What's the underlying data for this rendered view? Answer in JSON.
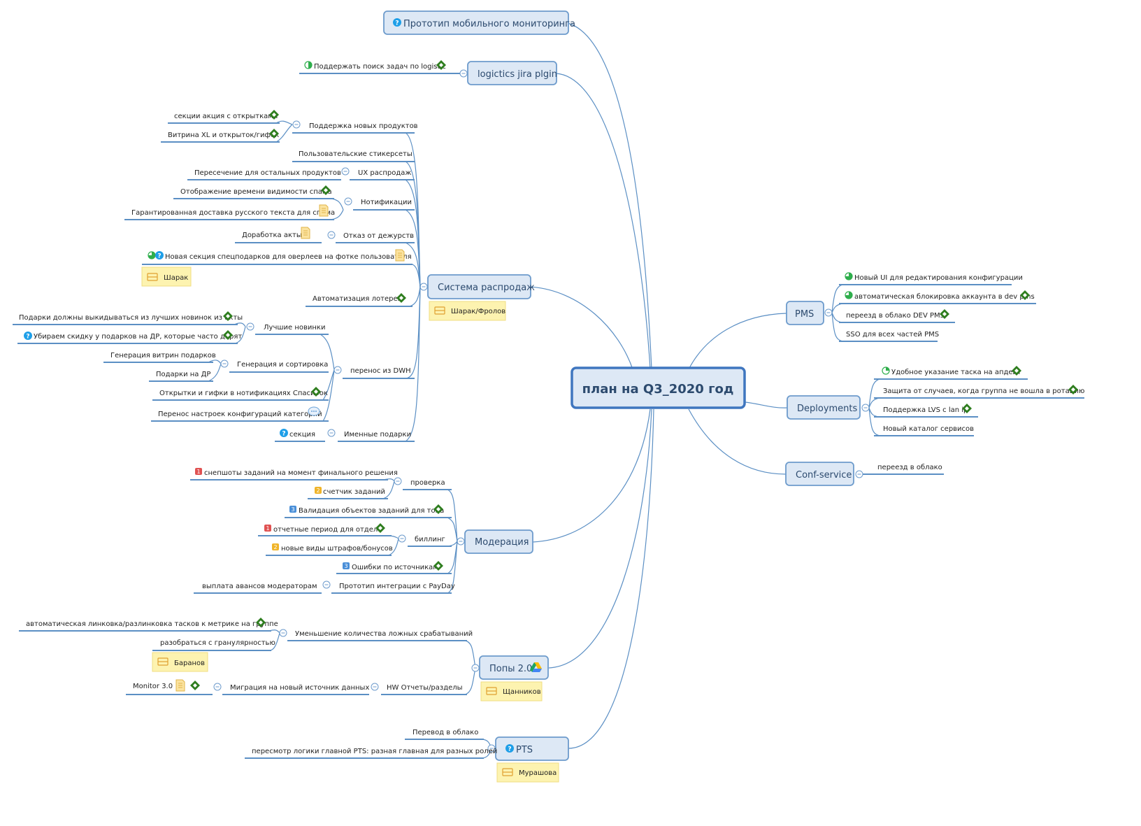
{
  "root": {
    "title": "план на Q3_2020 год"
  },
  "topics": {
    "proto": "Прототип мобильного мониторинга",
    "jira": "logictics jira plgin",
    "sales": "Система распродаж",
    "mod": "Модерация",
    "popy": "Попы 2.0",
    "pts": "PTS",
    "pms": "PMS",
    "deploy": "Deployments",
    "conf": "Conf-service"
  },
  "notes": {
    "sales": "Шарак/Фролов",
    "sharak": "Шарак",
    "popy": "Щанников",
    "baranov": "Баранов",
    "pts": "Мурашова"
  },
  "jira": {
    "search": "Поддержать поиск задач по logistic"
  },
  "sales": {
    "newprod": "Поддержка новых продуктов",
    "aktsiya": "секции акция с открытками",
    "vitrina": "Витрина XL и открыток/гифок",
    "stickers": "Пользовательские стикерсеты",
    "ux": "UX распродаж",
    "cross": "Пересечение для остальных продуктов",
    "notif": "Нотификации",
    "spamtime": "Отображение времени видимости спама",
    "spamru": "Гарантированная доставка русского текста для спама",
    "duty": "Отказ от дежурств",
    "akty": "Доработка акты",
    "overlay": "Новая секция спецподарков для оверлеев на фотке пользователя",
    "lottery": "Автоматизация лотереи",
    "best": "Лучшие новинки",
    "thrown": "Подарки должны выкидываться из лучших новинок из акты",
    "discount": "Убираем скидку у подарков на ДР, которые часто дарят",
    "dwh": "перенос из DWH",
    "gensort": "Генерация и сортировка",
    "genvitr": "Генерация витрин подарков",
    "dr": "Подарки на ДР",
    "thanks": "Открытки и гифки в нотификациях Спасибок",
    "catcfg": "Перенос настроек конфигураций категорий",
    "named": "Именные подарки",
    "section": "секция"
  },
  "mod": {
    "check": "проверка",
    "snap": "снепшоты заданий на момент финального решения",
    "counter": "счетчик заданий",
    "valid": "Валидация объектов заданий для топа",
    "billing": "биллинг",
    "period": "отчетные период для отдела",
    "fines": "новые виды штрафов/бонусов",
    "errors": "Ошибки по источникам",
    "payday": "Прототип интеграции с PayDay",
    "advance": "выплата авансов модераторам"
  },
  "popy": {
    "false": "Уменьшение количества ложных срабатываний",
    "autolink": "автоматическая линковка/разлинковка тасков к метрике на группе",
    "gran": "разобраться с гранулярностью",
    "hw": "HW Отчеты/разделы",
    "migr": "Миграция на новый источник данных",
    "monitor": "Monitor 3.0"
  },
  "pts": {
    "cloud": "Перевод в облако",
    "logic": "пересмотр логики главной PTS: разная главная для разных ролей"
  },
  "pms": {
    "ui": "Новый UI для редактирования конфигурации",
    "block": "автоматическая блокировка аккаунта в dev pms",
    "move": "переезд в облако DEV PMS",
    "sso": "SSO для всех частей PMS"
  },
  "deploy": {
    "task": "Удобное указание таска на апдейт",
    "protect": "Защита от случаев, когда группа не вошла в ротацию",
    "lvs": "Поддержка LVS с lan ip",
    "catalog": "Новый каталог сервисов"
  },
  "conf": {
    "move": "переезд в облако"
  },
  "priorities": {
    "p1": "1",
    "p2": "2",
    "p3": "3"
  },
  "colors": {
    "line": "#5b8fc4",
    "topic_fill": "#dde8f5",
    "topic_border": "#6d9bcc",
    "root_border": "#3f76bf",
    "note_fill": "#fdf3b0",
    "flag": "#2e7d1e",
    "priority_1": "#e05252",
    "priority_2": "#f0b429",
    "priority_3": "#4a8fd8"
  }
}
